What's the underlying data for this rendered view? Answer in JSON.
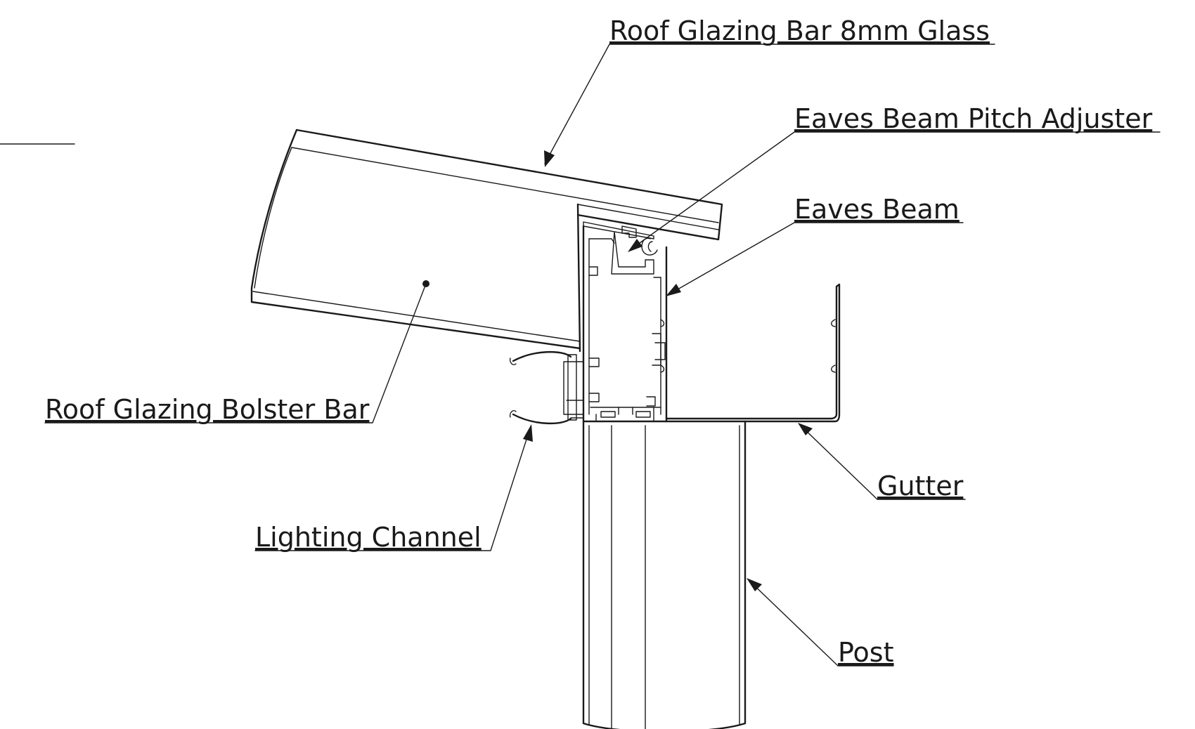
{
  "labels": {
    "roof_glazing_bar": "Roof Glazing Bar 8mm Glass",
    "pitch_adjuster": "Eaves Beam Pitch Adjuster",
    "eaves_beam": "Eaves Beam",
    "bolster_bar": "Roof Glazing Bolster Bar",
    "gutter": "Gutter",
    "lighting_channel": "Lighting Channel",
    "post": "Post"
  },
  "colors": {
    "line": "#1a1a1a",
    "background": "#ffffff"
  }
}
